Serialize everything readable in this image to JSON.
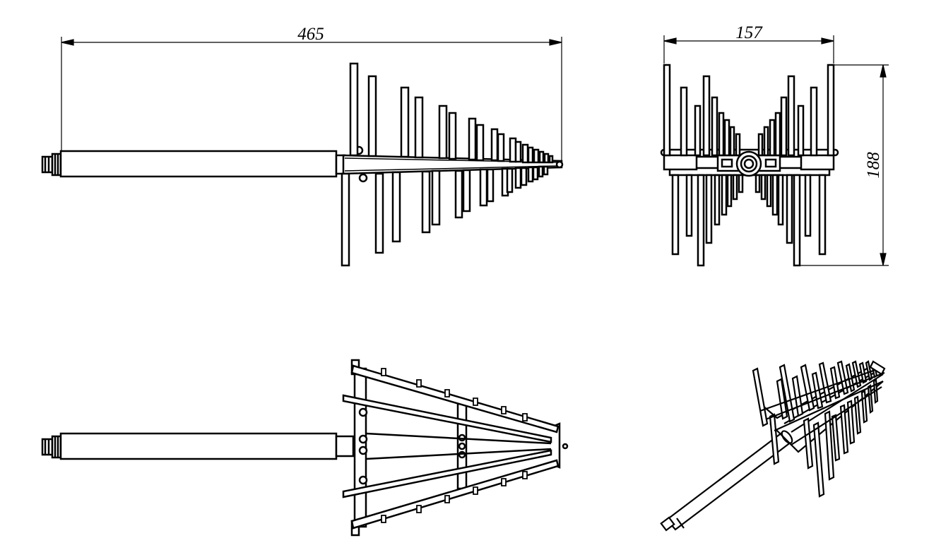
{
  "dimensions": {
    "length": "465",
    "width": "157",
    "height": "188"
  },
  "colors": {
    "line": "#000000",
    "background": "#ffffff"
  }
}
